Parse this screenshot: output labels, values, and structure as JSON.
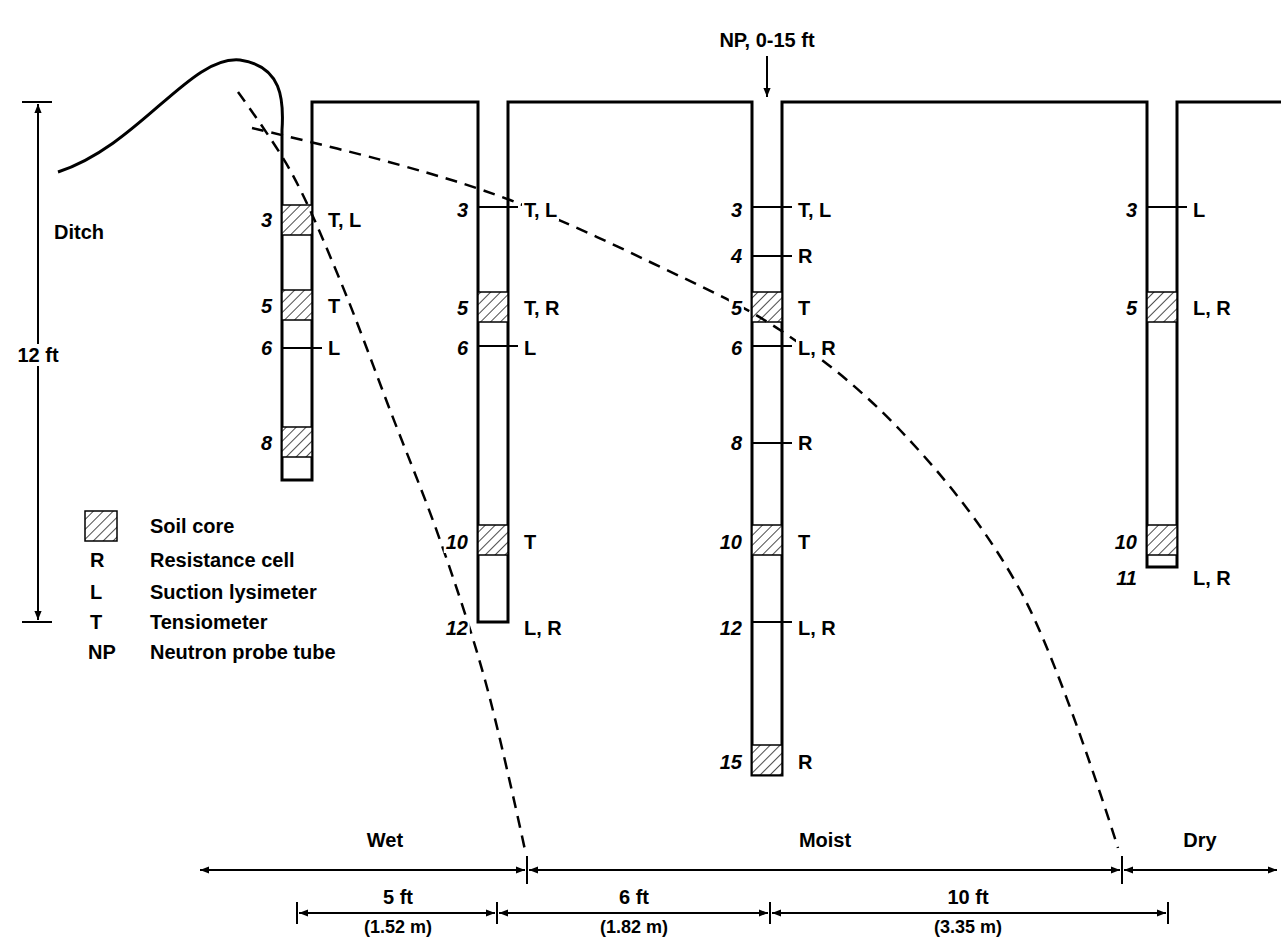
{
  "diagram": {
    "labels": [
      "NP, 0-15 ft",
      "Ditch",
      "12 ft",
      "3",
      "T, L",
      "5",
      "T",
      "6",
      "L",
      "8",
      "3",
      "T, L",
      "5",
      "T, R",
      "6",
      "L",
      "10",
      "T",
      "12",
      "L, R",
      "3",
      "T, L",
      "4",
      "R",
      "5",
      "T",
      "6",
      "L, R",
      "8",
      "R",
      "10",
      "T",
      "12",
      "L, R",
      "15",
      "R",
      "3",
      "L",
      "5",
      "L, R",
      "10",
      "11",
      "L, R",
      "R",
      "L",
      "T",
      "NP",
      "Wet",
      "Moist",
      "Dry",
      "5 ft",
      "(1.52 m)",
      "6 ft",
      "(1.82 m)",
      "10 ft",
      "(3.35 m)"
    ],
    "legend": [
      {
        "text": "Soil core"
      },
      {
        "text": "Resistance cell"
      },
      {
        "text": "Suction lysimeter"
      },
      {
        "text": "Tensiometer"
      },
      {
        "text": "Neutron probe tube"
      }
    ]
  }
}
